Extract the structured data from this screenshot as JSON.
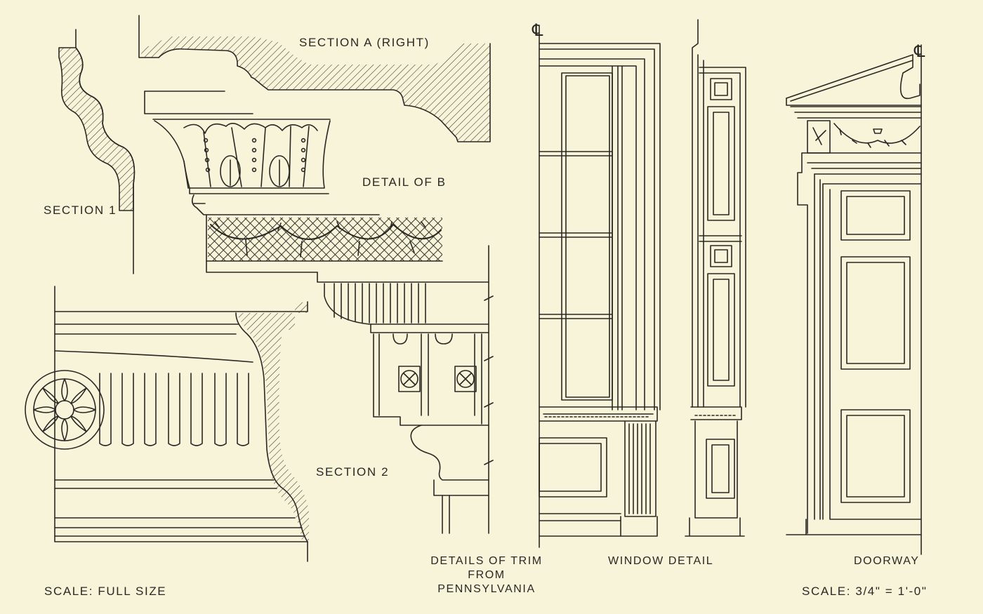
{
  "labels": {
    "section_a": "SECTION A (RIGHT)",
    "detail_b": "DETAIL OF B",
    "section_1": "SECTION 1",
    "section_2": "SECTION 2",
    "window_detail": "WINDOW DETAIL",
    "doorway": "DOORWAY",
    "scale_left": "SCALE: FULL SIZE",
    "scale_right": "SCALE: 3/4\" = 1'-0\"",
    "title_line1": "DETAILS OF TRIM",
    "title_line2": "FROM",
    "title_line3": "PENNSYLVANIA",
    "centerline_symbol": "℄"
  },
  "colors": {
    "paper": "#f7f4d9",
    "ink": "#2a2824",
    "hatch": "#3a372f"
  }
}
